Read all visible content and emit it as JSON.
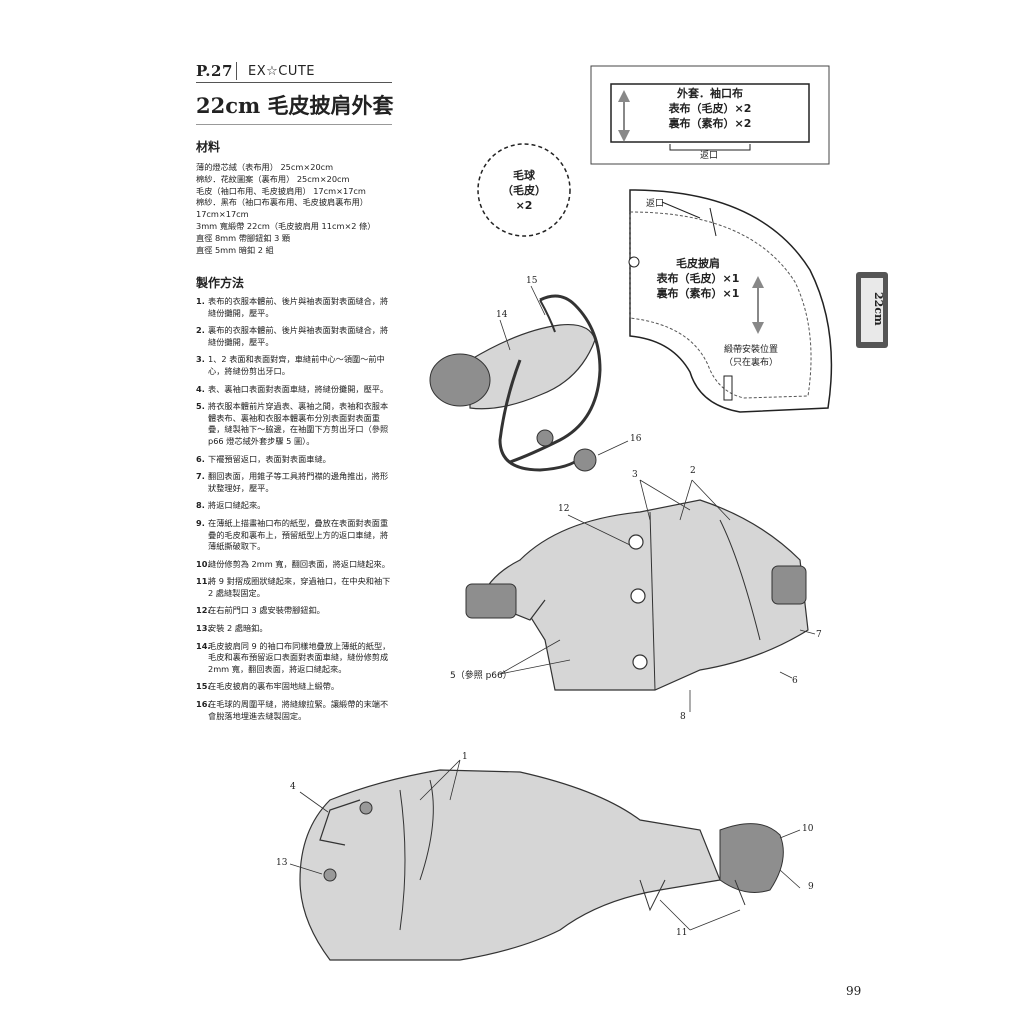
{
  "header": {
    "page_ref": "P.27",
    "series": "EX☆CUTE",
    "title": "22cm 毛皮披肩外套"
  },
  "materials": {
    "heading": "材料",
    "items": [
      "薄的燈芯絨（表布用） 25cm×20cm",
      "棉紗．花紋圖案（裏布用） 25cm×20cm",
      "毛皮（袖口布用、毛皮披肩用） 17cm×17cm",
      "棉紗．黑布（袖口布裏布用、毛皮披肩裏布用）",
      "17cm×17cm",
      "3mm 寬緞帶 22cm（毛皮披肩用 11cm×2 條）",
      "直徑 8mm 帶腳鈕釦 3 顆",
      "直徑 5mm 暗釦 2 組"
    ]
  },
  "method": {
    "heading": "製作方法",
    "steps": [
      {
        "n": "1.",
        "text": "表布的衣服本體前、後片與袖表面對表面縫合，將縫份攤開，壓平。"
      },
      {
        "n": "2.",
        "text": "裏布的衣服本體前、後片與袖表面對表面縫合，將縫份攤開，壓平。"
      },
      {
        "n": "3.",
        "text": "1、2 表面和表面對齊，車縫前中心～領圍～前中心，將縫份剪出牙口。"
      },
      {
        "n": "4.",
        "text": "表、裏袖口表面對表面車縫，將縫份攤開，壓平。"
      },
      {
        "n": "5.",
        "text": "將衣服本體前片穿過表、裏袖之間，表袖和衣服本體表布、裏袖和衣服本體裏布分別表面對表面重疊，縫製袖下～脇邊，在袖圍下方剪出牙口（參照 p66 燈芯絨外套步驟 5 圖）。"
      },
      {
        "n": "6.",
        "text": "下襬預留返口，表面對表面車縫。"
      },
      {
        "n": "7.",
        "text": "翻回表面，用錐子等工具將門襟的邊角推出，將形狀整理好，壓平。"
      },
      {
        "n": "8.",
        "text": "將返口縫起來。"
      },
      {
        "n": "9.",
        "text": "在薄紙上描畫袖口布的紙型，疊放在表面對表面重疊的毛皮和裏布上，預留紙型上方的返口車縫，將薄紙撕破取下。"
      },
      {
        "n": "10.",
        "text": "縫份修剪為 2mm 寬，翻回表面，將返口縫起來。"
      },
      {
        "n": "11.",
        "text": "將 9 對摺成圈狀縫起來，穿過袖口，在中央和袖下 2 處縫製固定。"
      },
      {
        "n": "12.",
        "text": "在右前門口 3 處安裝帶腳鈕釦。"
      },
      {
        "n": "13.",
        "text": "安裝 2 處暗釦。"
      },
      {
        "n": "14.",
        "text": "毛皮披肩同 9 的袖口布同樣地疊放上薄紙的紙型，毛皮和裏布預留返口表面對表面車縫，縫份修剪成 2mm 寬，翻回表面，將返口縫起來。"
      },
      {
        "n": "15.",
        "text": "在毛皮披肩的裏布牢固地縫上緞帶。"
      },
      {
        "n": "16.",
        "text": "在毛球的周圍平縫，將縫線拉緊。讓緞帶的末端不會脫落地埋進去縫製固定。"
      }
    ]
  },
  "patterns": {
    "cuff": {
      "lines": [
        "外套．袖口布",
        "表布（毛皮）×2",
        "裏布（素布）×2"
      ],
      "opening": "返口"
    },
    "pompom": {
      "lines": [
        "毛球",
        "（毛皮）",
        "×2"
      ]
    },
    "cape": {
      "lines": [
        "毛皮披肩",
        "表布（毛皮）×1",
        "裏布（素布）×1"
      ],
      "opening": "返口",
      "ribbon_note": [
        "緞帶安裝位置",
        "（只在裏布）"
      ]
    }
  },
  "callouts": {
    "cape_ill": [
      "15",
      "14",
      "16"
    ],
    "front_ill": [
      "12",
      "3",
      "2",
      "7",
      "6",
      "8"
    ],
    "front_ref": "5（參照 p66）",
    "back_ill": [
      "1",
      "4",
      "13",
      "10",
      "9",
      "11"
    ]
  },
  "side_tab": "22cm",
  "page_number": "99",
  "colors": {
    "fill": "#d6d6d6",
    "fur": "#8e8e8e",
    "line": "#333333",
    "tab": "#555555"
  }
}
